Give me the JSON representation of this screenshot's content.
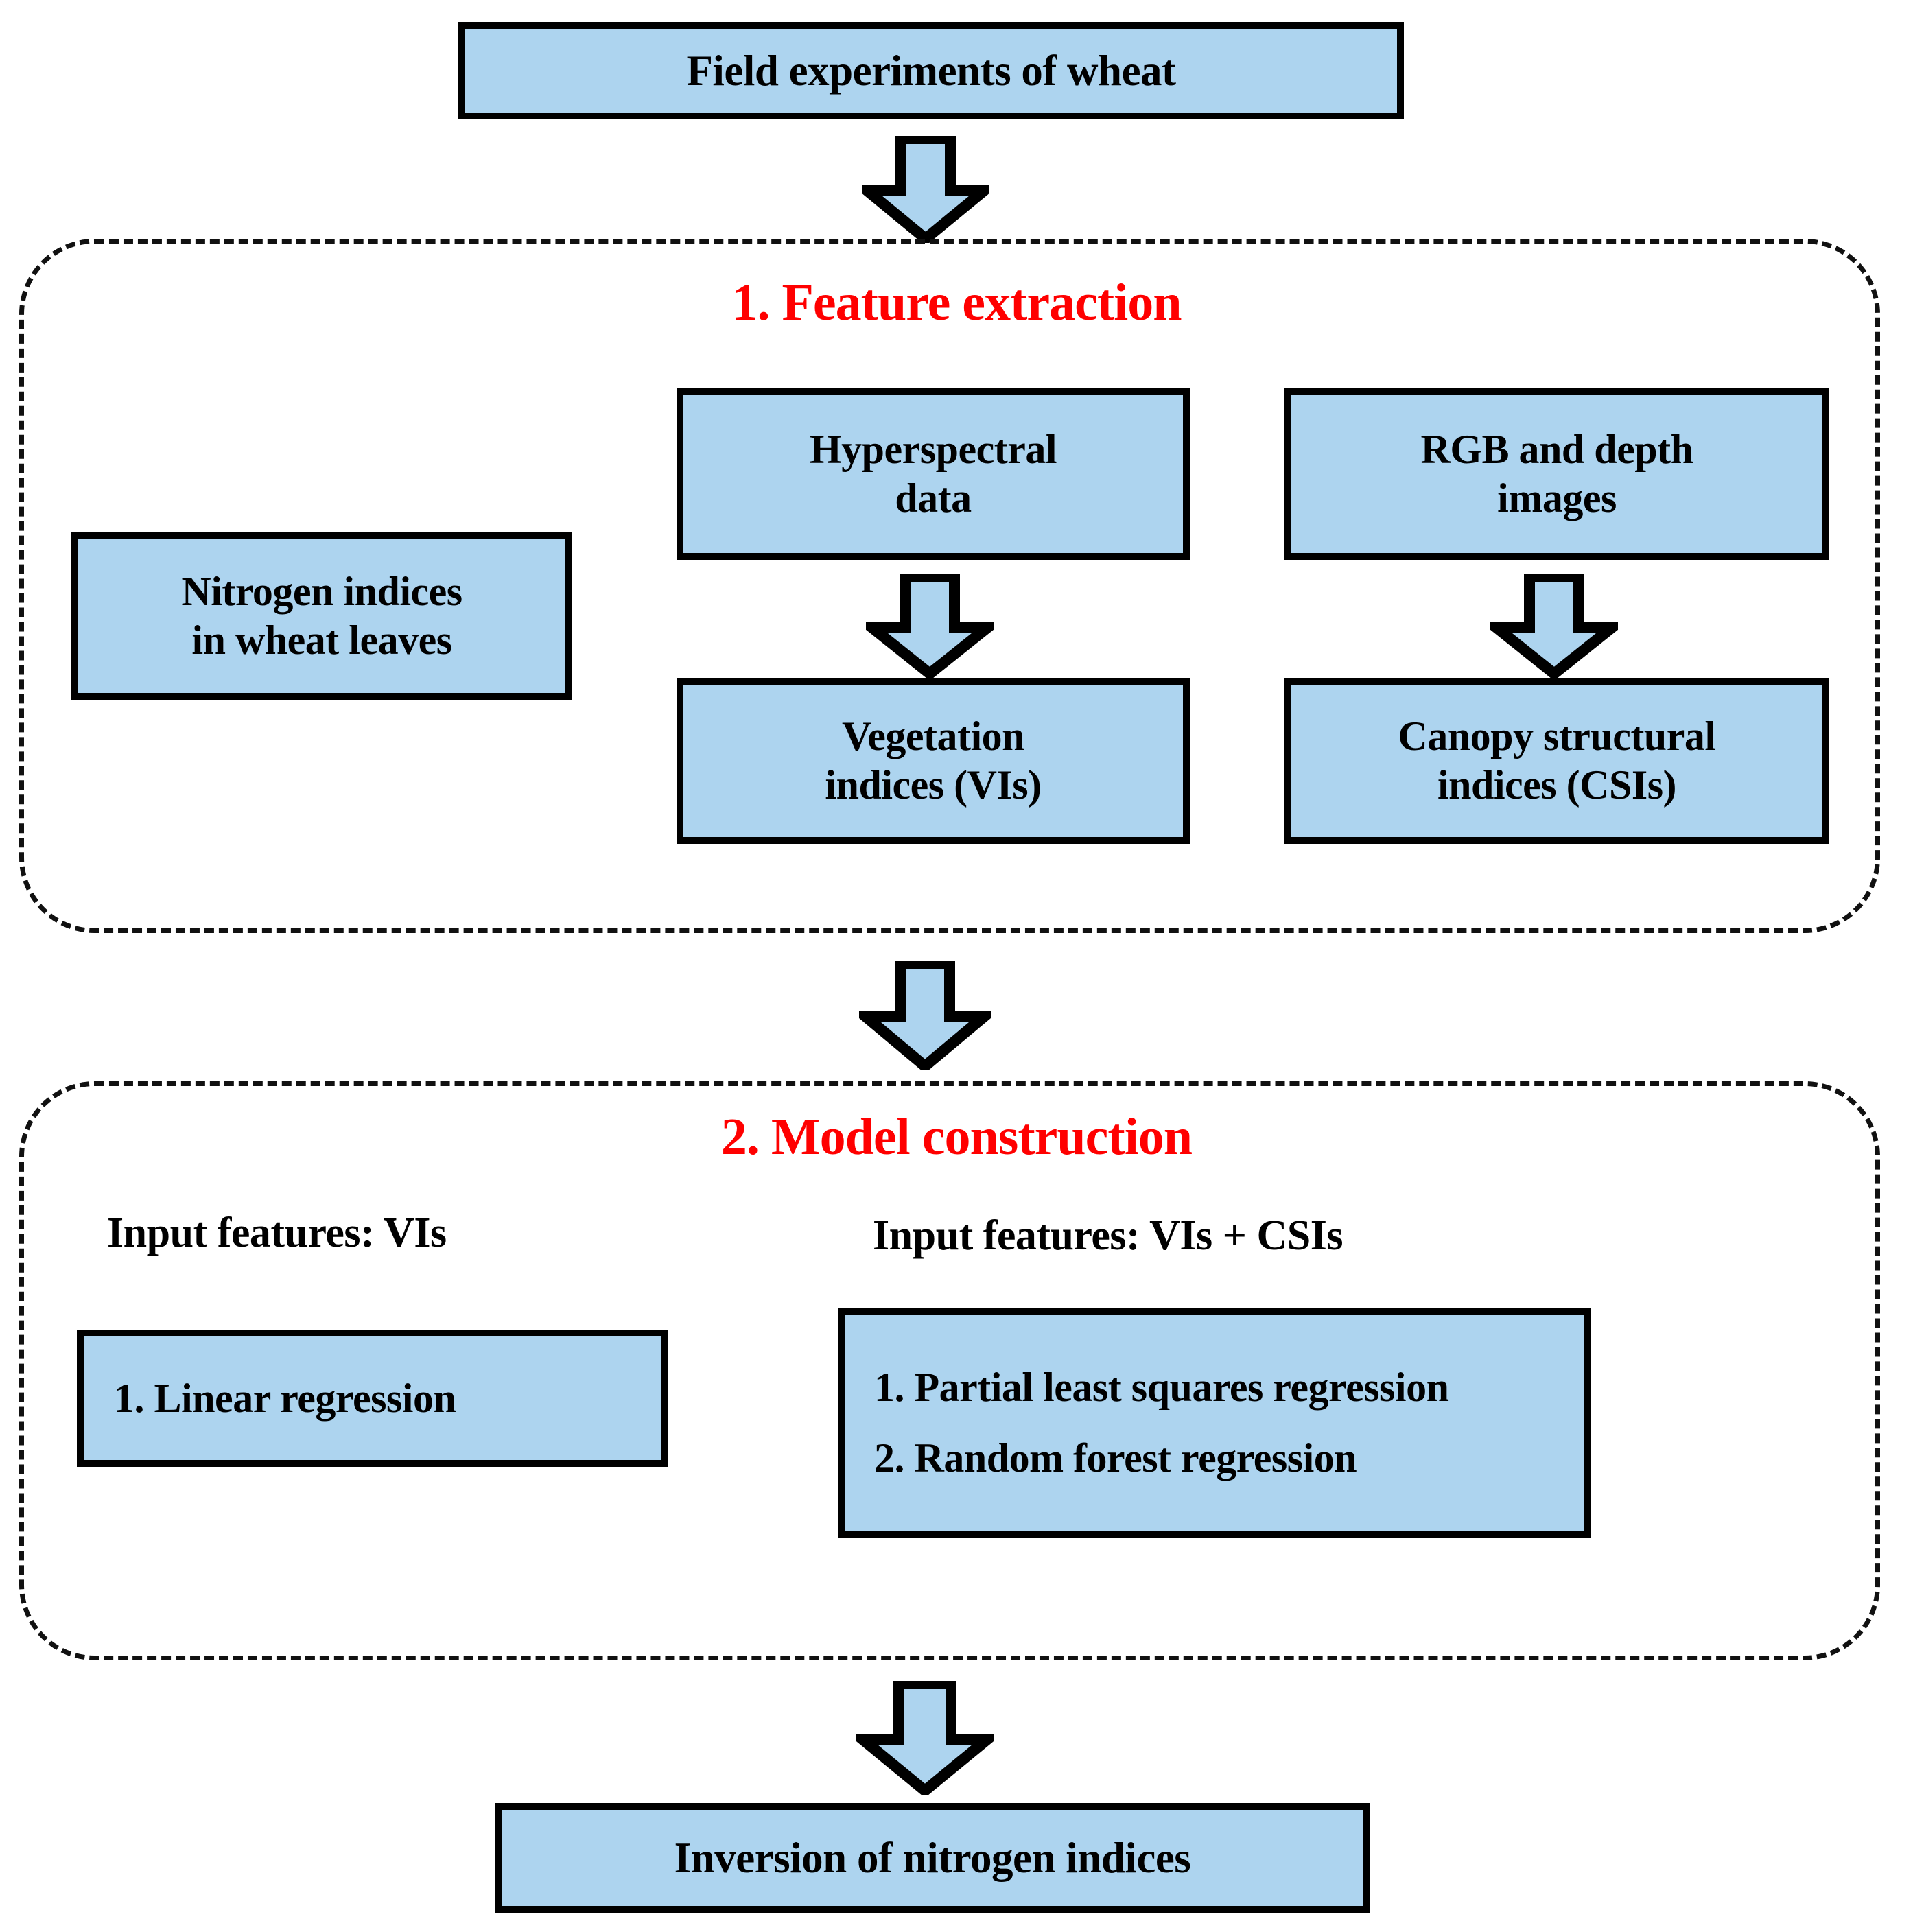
{
  "diagram": {
    "title_box": {
      "label": "Field experiments of wheat"
    },
    "sections": [
      {
        "id": "feature-extraction",
        "heading": "1. Feature extraction",
        "heading_color": "#FF0000",
        "boxes": [
          {
            "id": "nitrogen-indices",
            "line1": "Nitrogen indices",
            "line2": "in wheat leaves"
          },
          {
            "id": "hyperspectral-data",
            "line1": "Hyperspectral",
            "line2": "data"
          },
          {
            "id": "vegetation-indices",
            "line1": "Vegetation",
            "line2": "indices (VIs)"
          },
          {
            "id": "rgb-depth-images",
            "line1": "RGB and depth",
            "line2": "images"
          },
          {
            "id": "canopy-structural-indices",
            "line1": "Canopy structural",
            "line2": "indices (CSIs)"
          }
        ]
      },
      {
        "id": "model-construction",
        "heading": "2. Model construction",
        "heading_color": "#FF0000",
        "labels": [
          {
            "id": "input-features-vis",
            "text": "Input features: VIs"
          },
          {
            "id": "input-features-vis-csis",
            "text": "Input features: VIs + CSIs"
          }
        ],
        "boxes": [
          {
            "id": "linear-regression",
            "line1": "1. Linear regression"
          },
          {
            "id": "vis-csis-models",
            "line1": "1. Partial least squares regression",
            "line2": "2. Random forest regression"
          }
        ]
      }
    ],
    "output_box": {
      "label": "Inversion of nitrogen indices"
    },
    "colors": {
      "box_fill": "#ADD4EF",
      "box_border": "#000000",
      "arrow_fill": "#ADD4EF",
      "arrow_border": "#000000",
      "section_heading": "#FF0000",
      "group_border": "#111111",
      "background": "#FFFFFF"
    },
    "arrows": [
      {
        "id": "arrow-field-to-section1",
        "direction": "down"
      },
      {
        "id": "arrow-hyperspectral-to-vegetation",
        "direction": "down"
      },
      {
        "id": "arrow-rgb-to-canopy",
        "direction": "down"
      },
      {
        "id": "arrow-section1-to-section2",
        "direction": "down"
      },
      {
        "id": "arrow-section2-to-output",
        "direction": "down"
      }
    ]
  }
}
